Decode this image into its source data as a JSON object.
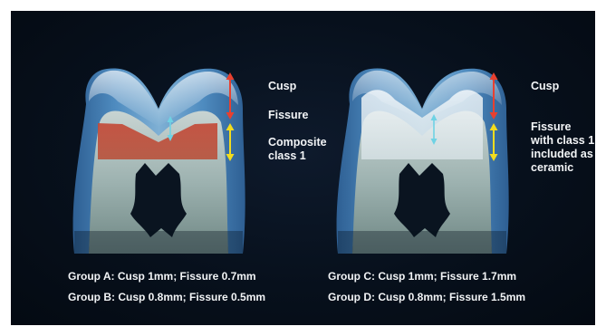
{
  "left_tooth": {
    "labels": {
      "cusp": "Cusp",
      "fissure": "Fissure",
      "composite": "Composite\nclass 1"
    }
  },
  "right_tooth": {
    "labels": {
      "cusp": "Cusp",
      "fissure_ceramic": "Fissure\nwith class 1\nincluded as\nceramic"
    }
  },
  "groups": {
    "a": "Group A: Cusp 1mm; Fissure 0.7mm",
    "b": "Group B: Cusp 0.8mm; Fissure 0.5mm",
    "c": "Group C: Cusp 1mm; Fissure 1.7mm",
    "d": "Group D: Cusp 0.8mm; Fissure 1.5mm"
  },
  "colors": {
    "background": "#07101c",
    "enamel_blue": "#3f78ad",
    "composite_red": "#c65a46",
    "ceramic_white": "#e8eef2",
    "arrow_red": "#e8402f",
    "arrow_cyan": "#6fd2e4",
    "arrow_yellow": "#f2dc1e"
  }
}
